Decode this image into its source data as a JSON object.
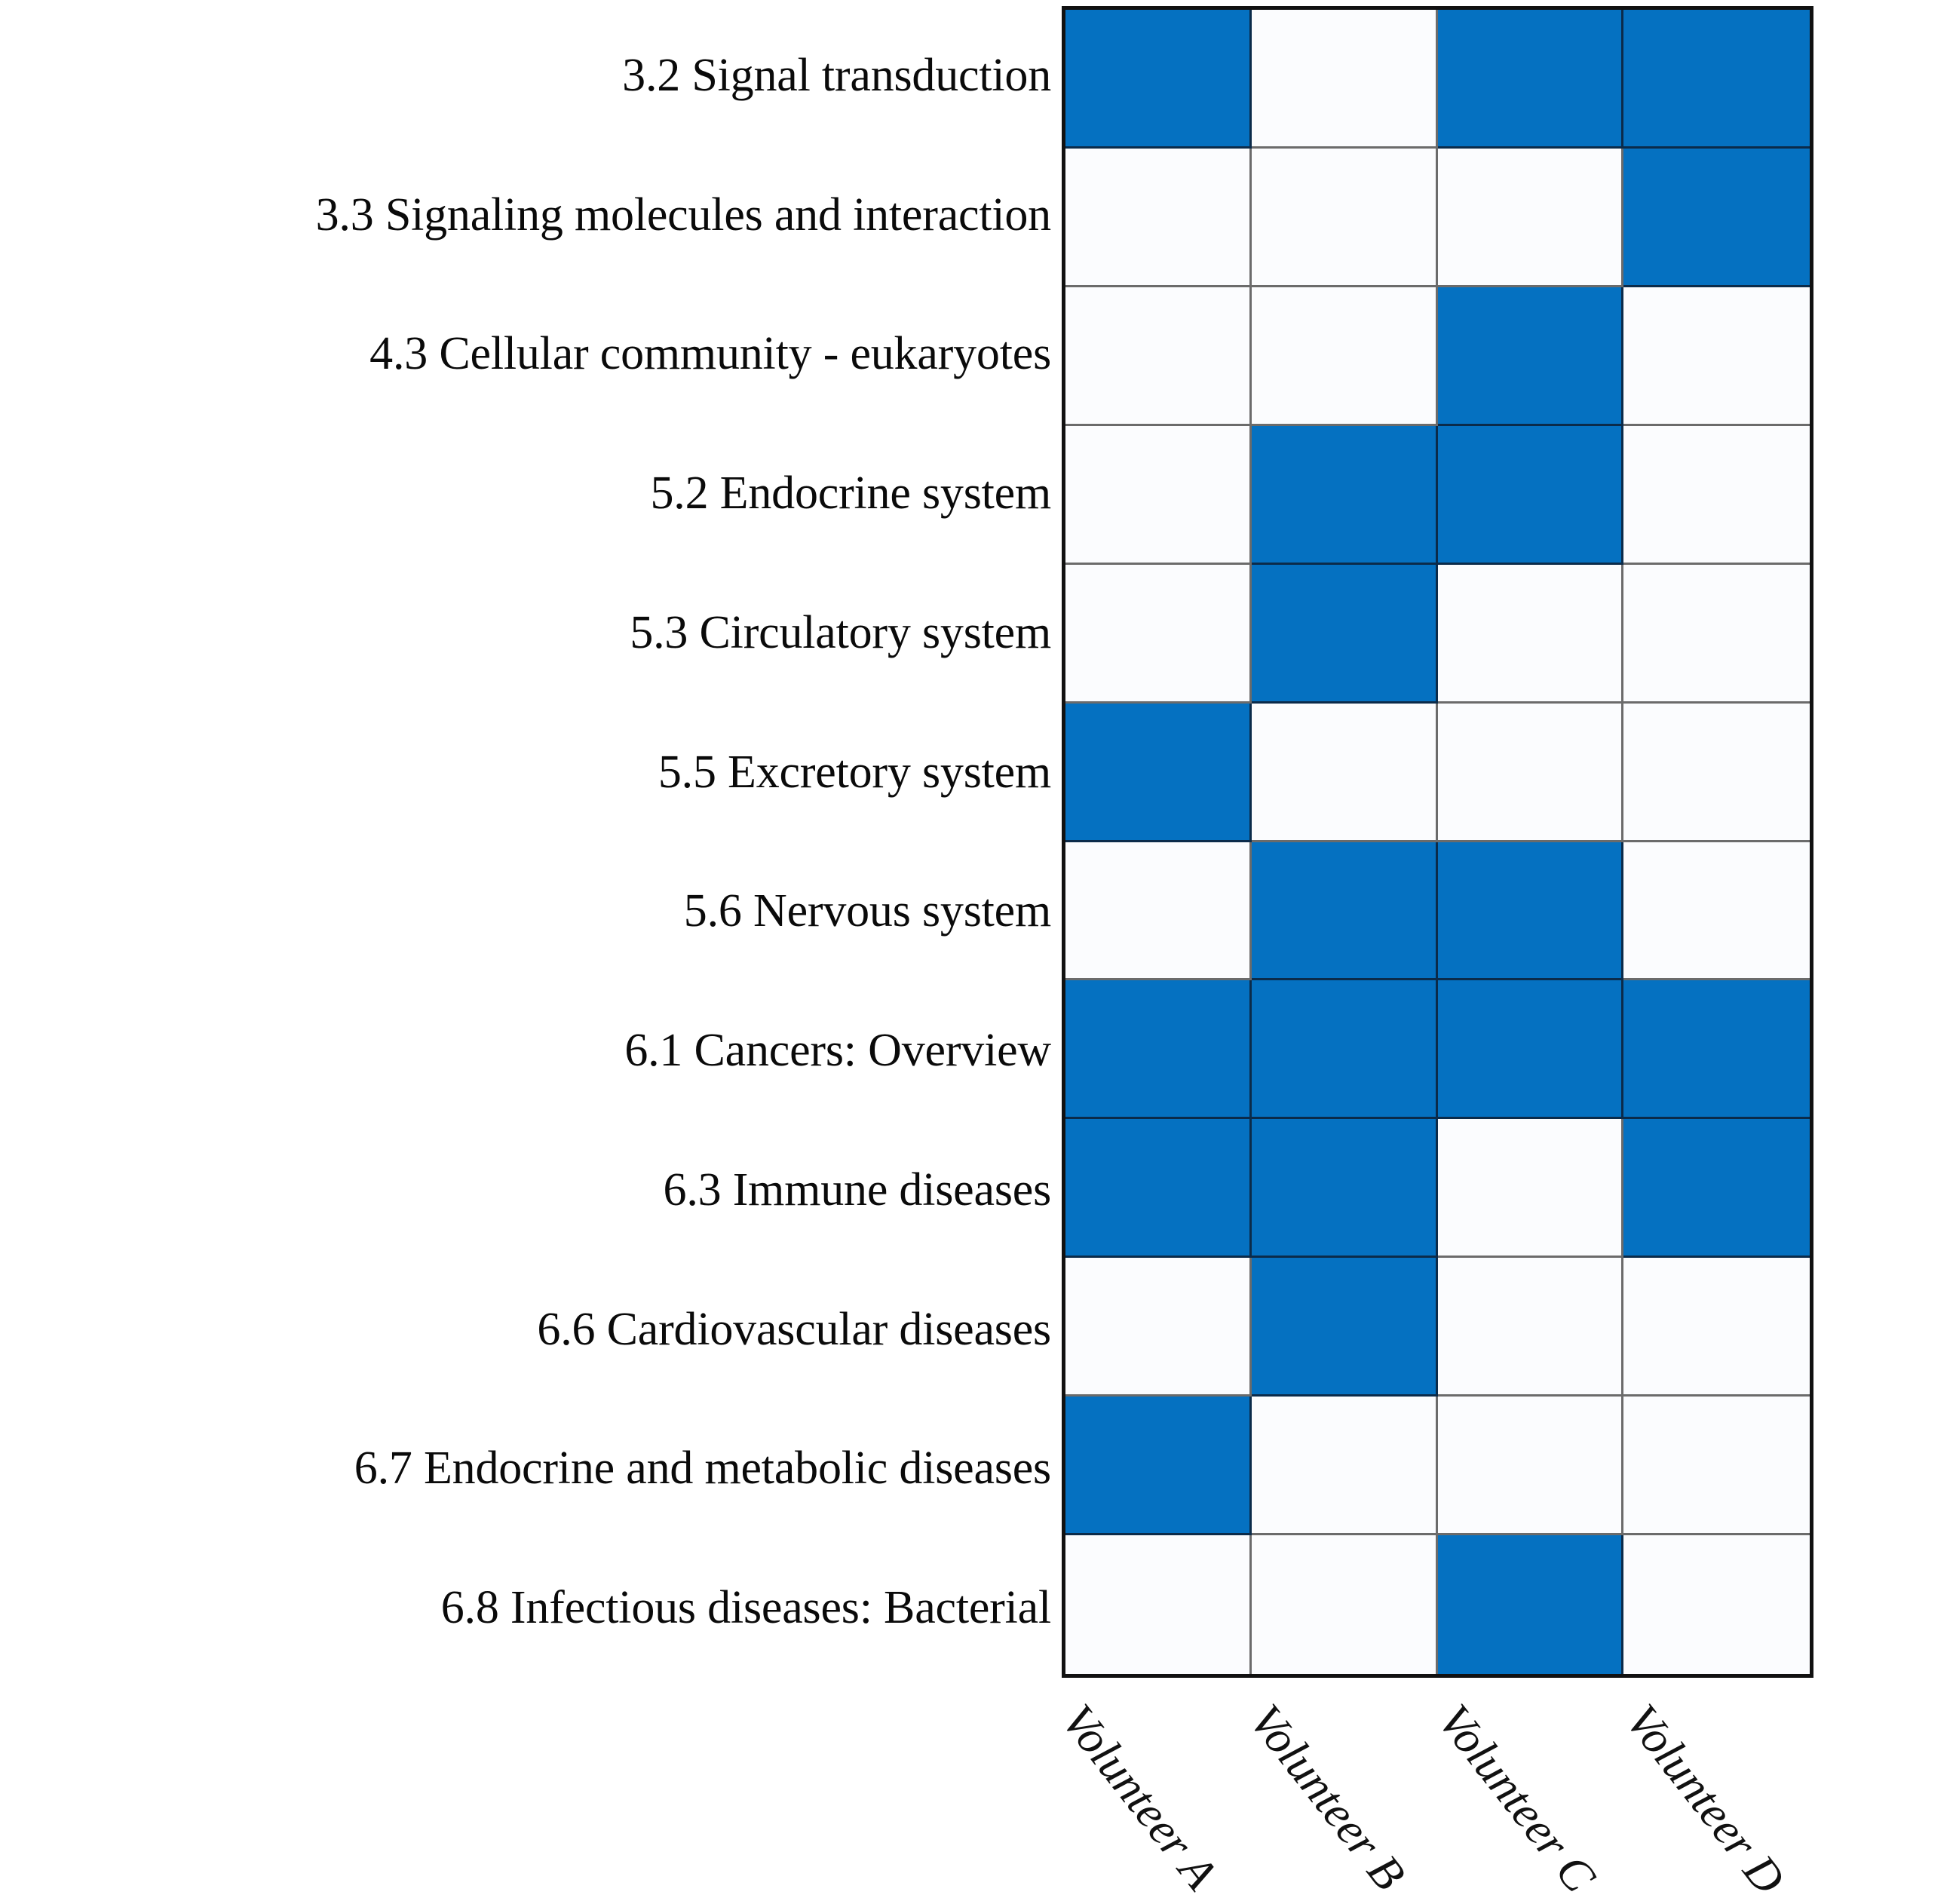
{
  "chart_data": {
    "type": "heatmap",
    "title": "",
    "xlabel": "",
    "ylabel": "",
    "legend": [],
    "grid": true,
    "colors": {
      "present": "#0571c1",
      "absent": "#fbfcfe",
      "cell_border": "#6b6b6b",
      "outer_border": "#111111",
      "text": "#0a0a0a"
    },
    "value_meaning": {
      "1": "present (filled blue)",
      "0": "absent (white)"
    },
    "categories": [
      "Volunteer A",
      "Volunteer B",
      "Volunteer C",
      "Volunteer D"
    ],
    "rows": [
      "3.2 Signal transduction",
      "3.3 Signaling molecules and interaction",
      "4.3 Cellular community - eukaryotes",
      "5.2 Endocrine system",
      "5.3 Circulatory system",
      "5.5 Excretory system",
      "5.6 Nervous system",
      "6.1 Cancers: Overview",
      "6.3 Immune diseases",
      "6.6 Cardiovascular diseases",
      "6.7 Endocrine and metabolic diseases",
      "6.8 Infectious diseases: Bacterial"
    ],
    "values": [
      [
        1,
        0,
        1,
        1
      ],
      [
        0,
        0,
        0,
        1
      ],
      [
        0,
        0,
        1,
        0
      ],
      [
        0,
        1,
        1,
        0
      ],
      [
        0,
        1,
        0,
        0
      ],
      [
        1,
        0,
        0,
        0
      ],
      [
        0,
        1,
        1,
        0
      ],
      [
        1,
        1,
        1,
        1
      ],
      [
        1,
        1,
        0,
        1
      ],
      [
        0,
        1,
        0,
        0
      ],
      [
        1,
        0,
        0,
        0
      ],
      [
        0,
        0,
        1,
        0
      ]
    ],
    "series": [
      {
        "name": "Volunteer A",
        "values": [
          1,
          0,
          0,
          0,
          0,
          1,
          0,
          1,
          1,
          0,
          1,
          0
        ]
      },
      {
        "name": "Volunteer B",
        "values": [
          0,
          0,
          0,
          1,
          1,
          0,
          1,
          1,
          1,
          1,
          0,
          0
        ]
      },
      {
        "name": "Volunteer C",
        "values": [
          1,
          0,
          1,
          1,
          0,
          0,
          1,
          1,
          0,
          0,
          0,
          1
        ]
      },
      {
        "name": "Volunteer D",
        "values": [
          1,
          1,
          0,
          0,
          0,
          0,
          0,
          1,
          1,
          0,
          0,
          0
        ]
      }
    ]
  }
}
